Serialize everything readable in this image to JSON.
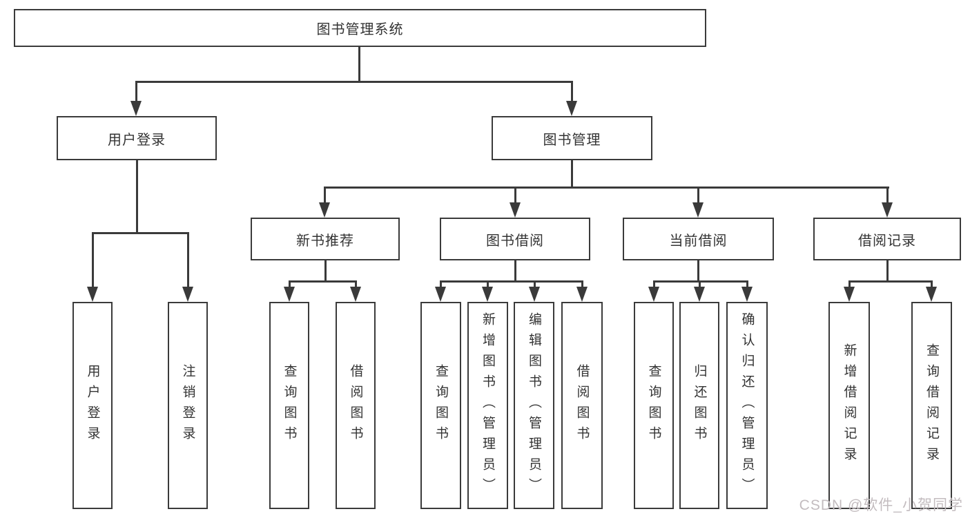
{
  "diagram_title": "图书管理系统",
  "nodes": {
    "root": "图书管理系统",
    "user_login": "用户登录",
    "book_mgmt": "图书管理",
    "new_book_rec": "新书推荐",
    "book_borrow": "图书借阅",
    "current_borrow": "当前借阅",
    "borrow_record": "借阅记录",
    "user_login_leaf": "用户登录",
    "logout_leaf": "注销登录",
    "rec_query_book": "查询图书",
    "rec_borrow_book": "借阅图书",
    "borrow_query_book": "查询图书",
    "borrow_add_book": "新增图书（管理员）",
    "borrow_edit_book": "编辑图书（管理员）",
    "borrow_borrow_book": "借阅图书",
    "current_query_book": "查询图书",
    "current_return_book": "归还图书",
    "current_confirm_return": "确认归还（管理员）",
    "record_add": "新增借阅记录",
    "record_query": "查询借阅记录"
  },
  "hierarchy": {
    "图书管理系统": {
      "用户登录": [
        "用户登录",
        "注销登录"
      ],
      "图书管理": {
        "新书推荐": [
          "查询图书",
          "借阅图书"
        ],
        "图书借阅": [
          "查询图书",
          "新增图书（管理员）",
          "编辑图书（管理员）",
          "借阅图书"
        ],
        "当前借阅": [
          "查询图书",
          "归还图书",
          "确认归还（管理员）"
        ],
        "借阅记录": [
          "新增借阅记录",
          "查询借阅记录"
        ]
      }
    }
  },
  "watermark": "CSDN @软件_小贺同学",
  "colors": {
    "line": "#3a3a3a",
    "text": "#333333",
    "background": "#ffffff",
    "watermark": "#c3bcbf"
  }
}
